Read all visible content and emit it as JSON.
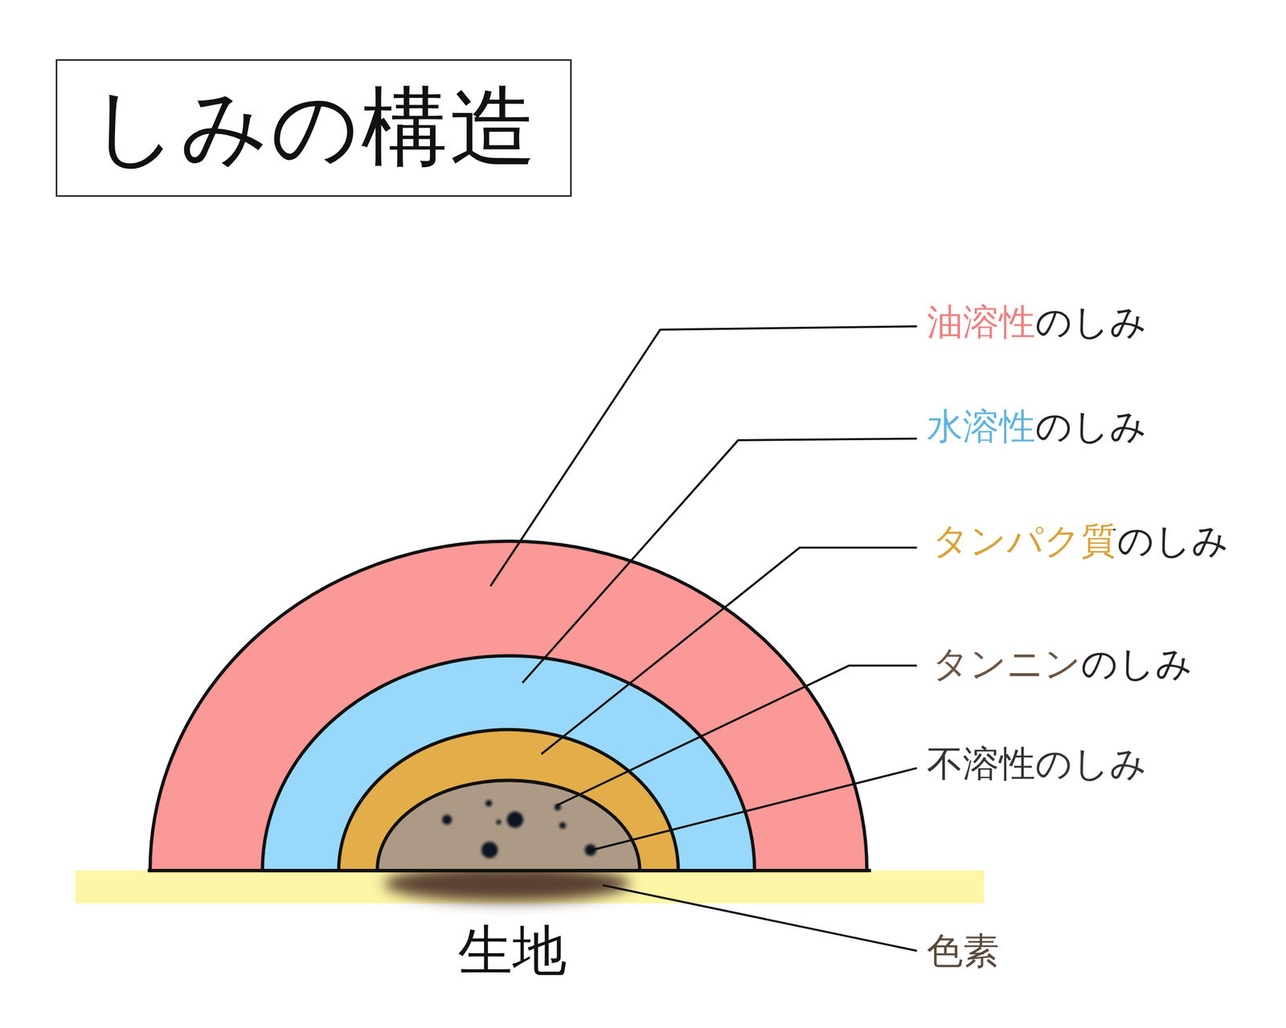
{
  "diagram": {
    "title": "しみの構造",
    "labels": [
      "油溶性のしみ",
      "水溶性のしみ",
      "タンパク質のしみ",
      "タンニンのしみ",
      "不溶性のしみ",
      "生地",
      "色素"
    ]
  }
}
